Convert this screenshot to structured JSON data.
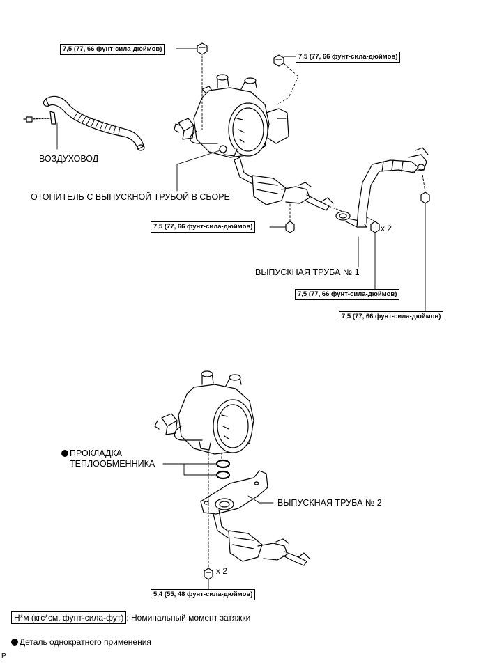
{
  "torque_top_left": "7,5 (77, 66 фунт-сила-дюймов)",
  "torque_top_right": "7,5 (77, 66 фунт-сила-дюймов)",
  "torque_mid_left": "7,5 (77, 66 фунт-сила-дюймов)",
  "torque_mid_right_1": "7,5 (77, 66 фунт-сила-дюймов)",
  "torque_mid_right_2": "7,5 (77, 66 фунт-сила-дюймов)",
  "torque_bottom": "5,4 (55, 48 фунт-сила-дюймов)",
  "label_air_duct": "ВОЗДУХОВОД",
  "label_heater_assembly": "ОТОПИТЕЛЬ С ВЫПУСКНОЙ ТРУБОЙ В СБОРЕ",
  "label_exhaust_pipe_1": "ВЫПУСКНАЯ ТРУБА № 1",
  "label_exhaust_pipe_2": "ВЫПУСКНАЯ ТРУБА № 2",
  "label_gasket_line1": "ПРОКЛАДКА",
  "label_gasket_line2": "ТЕПЛООБМЕННИКА",
  "multiplier_top": "x 2",
  "multiplier_bottom": "x 2",
  "legend_torque_key": "Н*м (кгс*см, фунт-сила-фут)",
  "legend_torque_text": ": Номинальный момент затяжки",
  "legend_single_use": "Деталь однократного применения",
  "corner_mark": "P"
}
